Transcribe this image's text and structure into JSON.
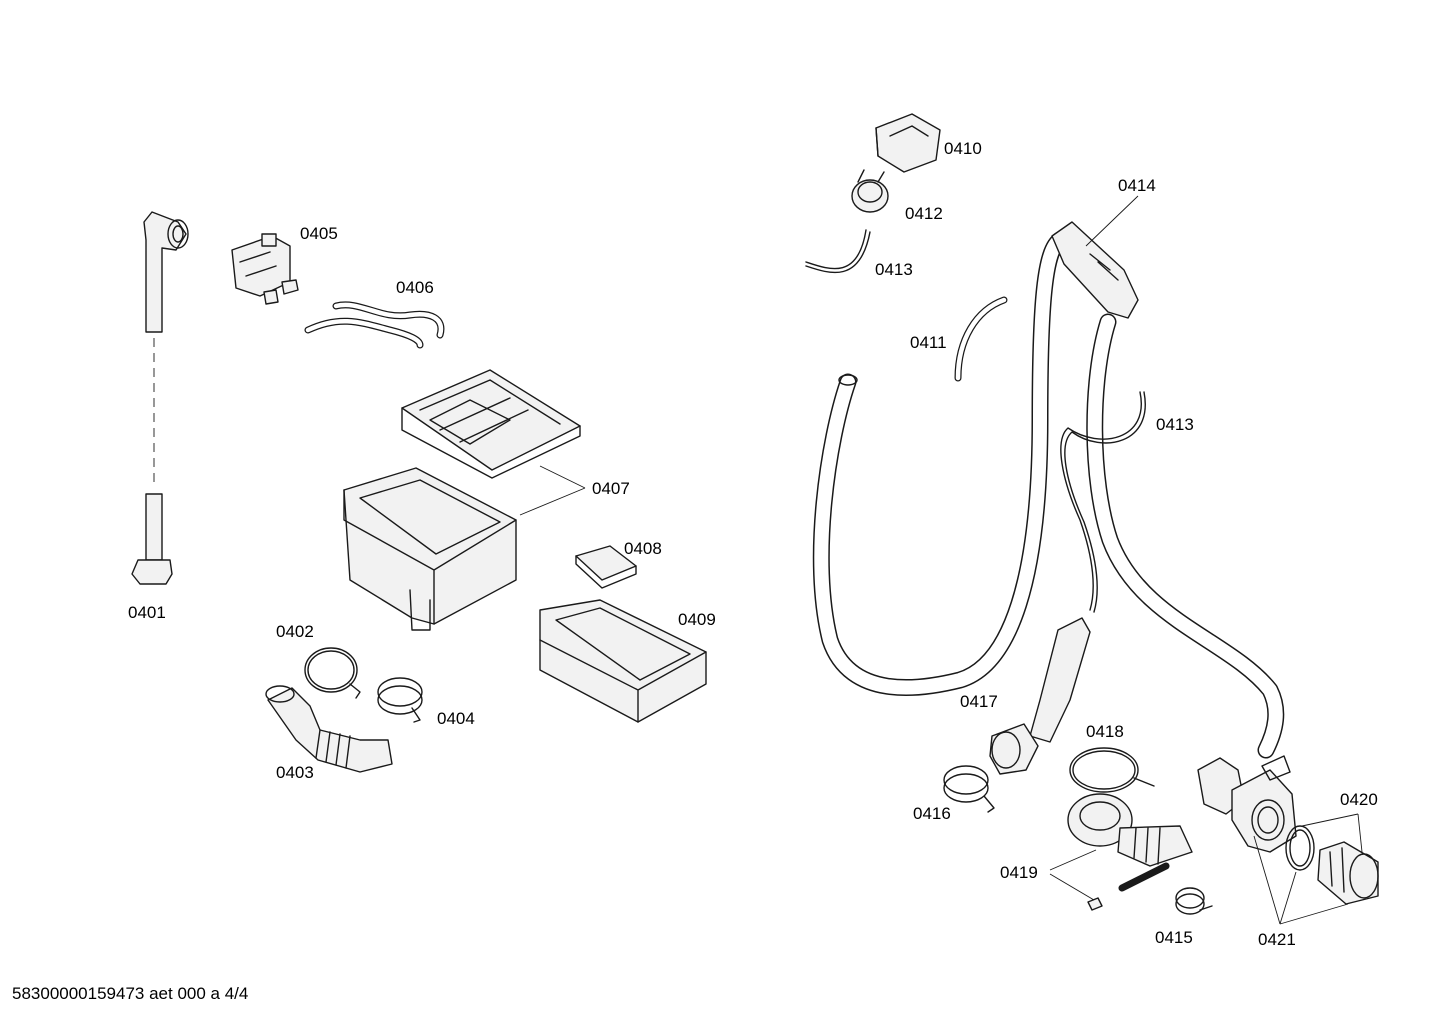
{
  "labels": {
    "p0401": "0401",
    "p0402": "0402",
    "p0403": "0403",
    "p0404": "0404",
    "p0405": "0405",
    "p0406": "0406",
    "p0407": "0407",
    "p0408": "0408",
    "p0409": "0409",
    "p0410": "0410",
    "p0411": "0411",
    "p0412": "0412",
    "p0413a": "0413",
    "p0413b": "0413",
    "p0414": "0414",
    "p0415": "0415",
    "p0416": "0416",
    "p0417": "0417",
    "p0418": "0418",
    "p0419": "0419",
    "p0420": "0420",
    "p0421": "0421"
  },
  "footer": "58300000159473 aet 000 a 4/4"
}
